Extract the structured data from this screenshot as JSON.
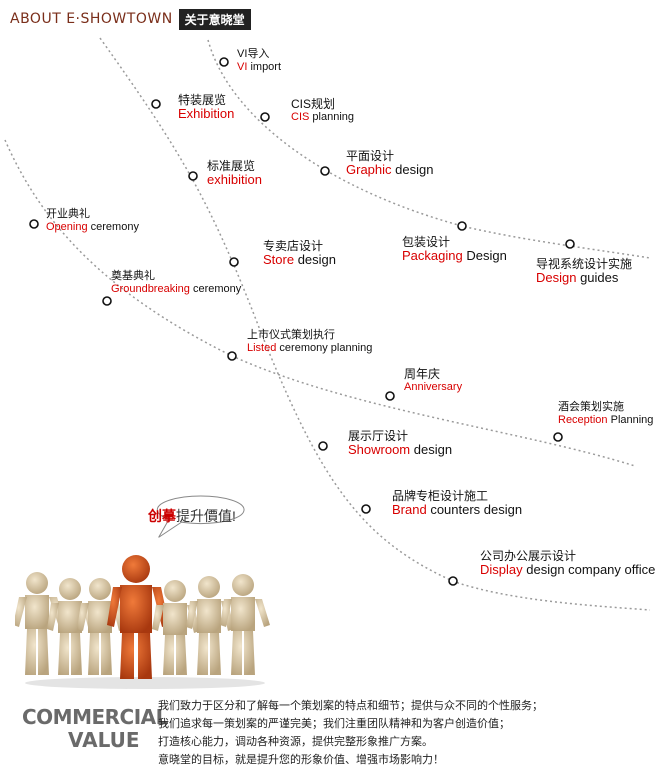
{
  "header": {
    "about": "ABOUT E·SHOWTOWN",
    "cn_title": "关于意晓堂"
  },
  "nodes": [
    {
      "cn": "VI导入",
      "en_red": "VI",
      "en_rest": " import"
    },
    {
      "cn": "特装展览",
      "en_red": "Exhibition",
      "en_rest": ""
    },
    {
      "cn": "CIS规划",
      "en_red": "CIS",
      "en_rest": " planning"
    },
    {
      "cn": "标准展览",
      "en_red": "exhibition",
      "en_rest": ""
    },
    {
      "cn": "平面设计",
      "en_red": "Graphic",
      "en_rest": " design"
    },
    {
      "cn": "开业典礼",
      "en_red": "Opening",
      "en_rest": " ceremony"
    },
    {
      "cn": "专卖店设计",
      "en_red": "Store",
      "en_rest": " design"
    },
    {
      "cn": "包装设计",
      "en_red": "Packaging",
      "en_rest": " Design"
    },
    {
      "cn": "导视系统设计实施",
      "en_red": "Design",
      "en_rest": " guides"
    },
    {
      "cn": "奠基典礼",
      "en_red": "Groundbreaking",
      "en_rest": " ceremony"
    },
    {
      "cn": "上市仪式策划执行",
      "en_red": "Listed",
      "en_rest": " ceremony planning"
    },
    {
      "cn": "周年庆",
      "en_red": "Anniversary",
      "en_rest": ""
    },
    {
      "cn": "酒会策划实施",
      "en_red": "Reception",
      "en_rest": " Planning"
    },
    {
      "cn": "展示厅设计",
      "en_red": "Showroom",
      "en_rest": " design"
    },
    {
      "cn": "品牌专柜设计施工",
      "en_red": "Brand",
      "en_rest": " counters design"
    },
    {
      "cn": "公司办公展示设计",
      "en_red": "Display",
      "en_rest": " design company office"
    }
  ],
  "bubble": {
    "red": "创摹",
    "rest": "提升價值!"
  },
  "footer": {
    "logo_line1": "COMMERCIAL",
    "logo_line2": "VALUE",
    "lines": [
      "我们致力于区分和了解每一个策划案的特点和细节；提供与众不同的个性服务；",
      "我们追求每一策划案的严谨完美；我们注重团队精神和为客户创造价值；",
      "打造核心能力，调动各种资源，提供完整形象推广方案。",
      "意晓堂的目标，就是提升您的形象价值、增强市场影响力！"
    ]
  },
  "colors": {
    "accent_red": "#d80000",
    "brand_brown": "#7a2e1a",
    "figure_red": "#d2521e",
    "figure_beige": "#d9c7a5"
  }
}
